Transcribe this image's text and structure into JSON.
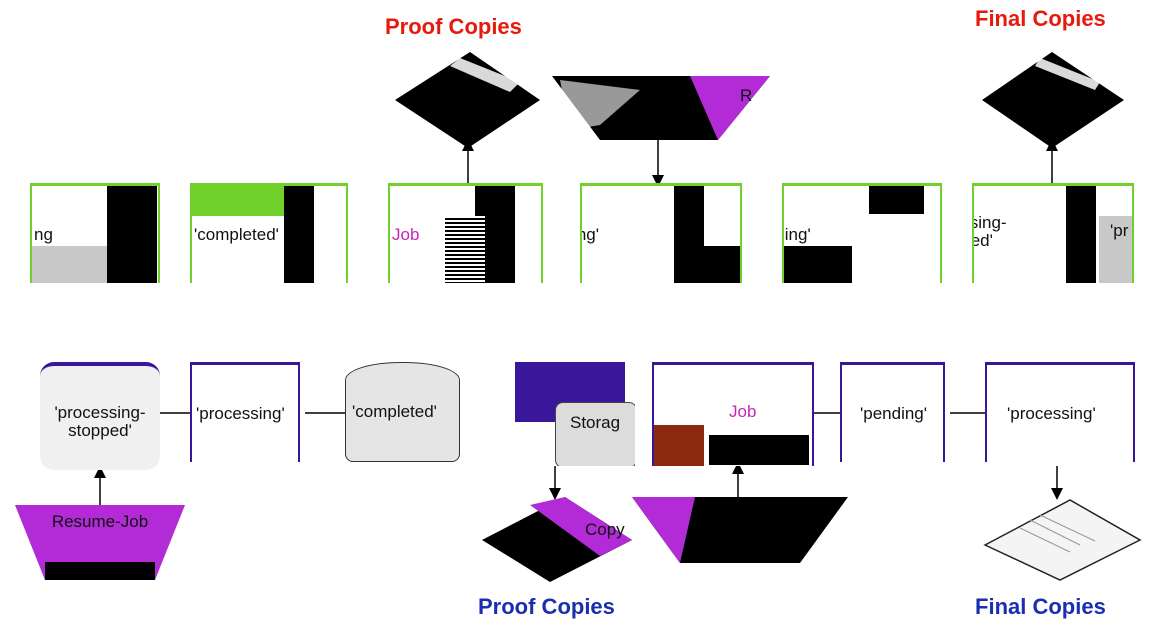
{
  "labels": {
    "proof_copies_top": "Proof Copies",
    "final_copies_top": "Final Copies",
    "proof_copies_bottom": "Proof Copies",
    "final_copies_bottom_a": "Fi",
    "final_copies_bottom_b": "nal Copies"
  },
  "top_row": {
    "state_1": "ng",
    "state_2": "'completed'",
    "state_3": "Job",
    "state_4": "'pending'",
    "state_5": "'processing'",
    "state_6": "'processing-stopped'",
    "state_7": "'pr"
  },
  "bottom_row": {
    "state_1": "'processing-stopped'",
    "state_2": "'processing'",
    "state_3": "'completed'",
    "storage": "Storag",
    "state_4": "Job",
    "state_5": "'pending'",
    "state_6": "'processing'"
  },
  "shapes": {
    "resume_job": "Resume-Job",
    "release_partial": "R",
    "copy_partial": "Copy"
  },
  "colors": {
    "red": "#e8190c",
    "blue": "#1a2fb0",
    "green": "#6fd12a",
    "purple": "#b22bd6",
    "indigo": "#3a169a"
  }
}
